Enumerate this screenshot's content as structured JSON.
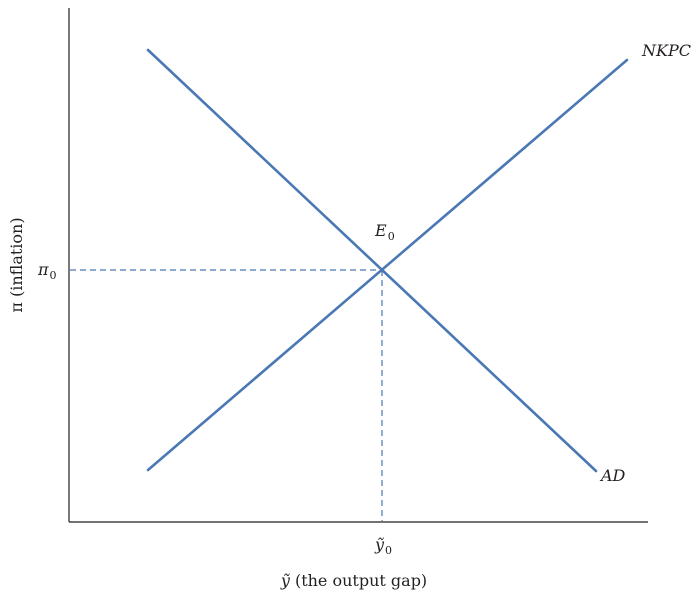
{
  "diagram": {
    "curves": {
      "nkpc_label": "NKPC",
      "ad_label": "AD"
    },
    "equilibrium": {
      "label": "E",
      "label_sub": "0"
    },
    "y_axis": {
      "label": "π (inflation)",
      "tick_symbol": "π",
      "tick_sub": "0"
    },
    "x_axis": {
      "label_symbol": "ỹ",
      "label_text": " (the output gap)",
      "tick_symbol": "ỹ",
      "tick_sub": "0"
    },
    "colors": {
      "curve": "#4a78b5",
      "axis": "#231f20"
    }
  }
}
